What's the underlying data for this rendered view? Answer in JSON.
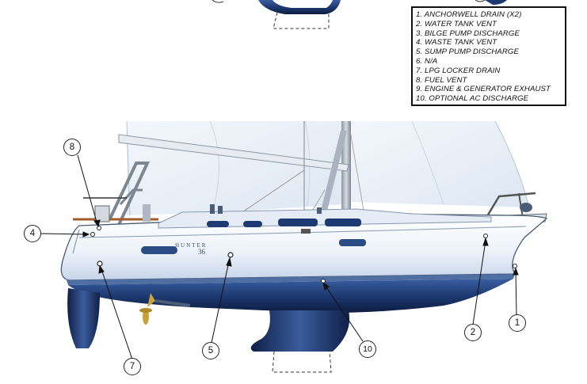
{
  "legend": {
    "items": [
      "1. ANCHORWELL DRAIN (X2)",
      "2. WATER TANK VENT",
      "3. BILGE PUMP DISCHARGE",
      "4. WASTE TANK VENT",
      "5. SUMP PUMP DISCHARGE",
      "6. N/A",
      "7. LPG LOCKER DRAIN",
      "8. FUEL VENT",
      "9. ENGINE & GENERATOR EXHAUST",
      "10. OPTIONAL AC DISCHARGE"
    ]
  },
  "callouts": {
    "c1": "1",
    "c2": "2",
    "c4": "4",
    "c5": "5",
    "c7": "7",
    "c8": "8",
    "c10": "10"
  },
  "hull": {
    "brand": "HUNTER",
    "model": "36"
  },
  "colors": {
    "hull_white": "#f4f8fd",
    "hull_shadow": "#c9d6e8",
    "bottom_navy": "#1f3a6e",
    "bottom_deep": "#0f1f45",
    "sail": "#e8f0f8",
    "stripe": "#4f6fa3"
  }
}
